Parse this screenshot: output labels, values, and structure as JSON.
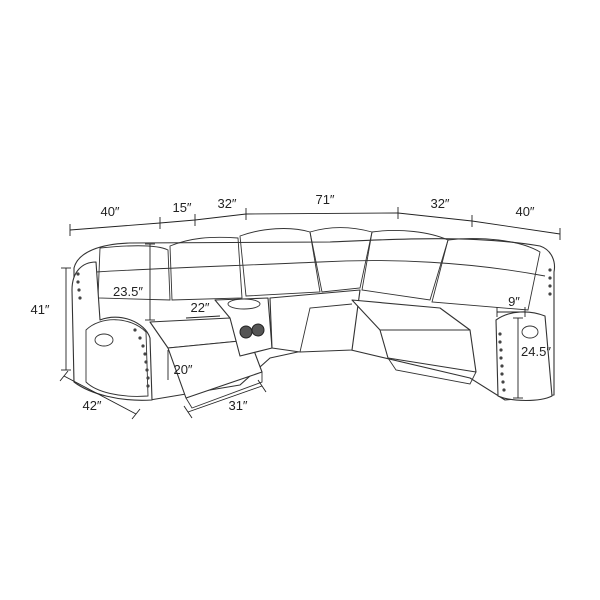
{
  "figure": {
    "dimensions": {
      "top_left_arm_width": "40″",
      "top_console_width": "15″",
      "top_left_seat_width": "32″",
      "top_corner_width": "71″",
      "top_right_seat_width": "32″",
      "top_right_arm_width": "40″",
      "overall_height": "41″",
      "back_height": "23.5″",
      "console_width": "22″",
      "seat_height": "20″",
      "depth": "42″",
      "footrest_length": "31″",
      "arm_width": "9″",
      "arm_height": "24.5″"
    }
  }
}
